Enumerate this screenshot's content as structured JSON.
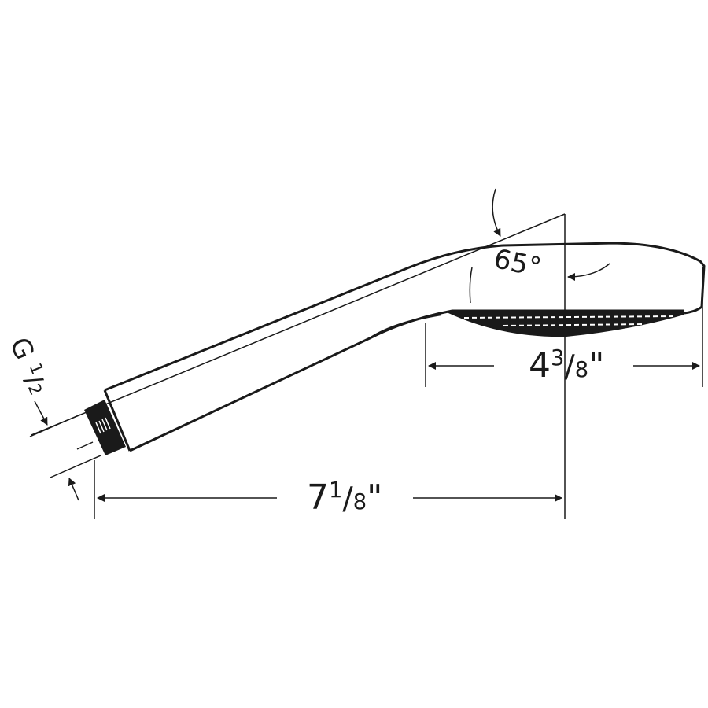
{
  "diagram": {
    "subject": "Hand shower technical drawing",
    "line_color": "#1a1a1a",
    "background": "#ffffff",
    "dimensions": {
      "overall_length": {
        "whole": "7",
        "num": "1",
        "den": "8",
        "unit": "\""
      },
      "head_width": {
        "whole": "4",
        "num": "3",
        "den": "8",
        "unit": "\""
      },
      "angle": {
        "value": "65",
        "unit": "°"
      },
      "thread": {
        "prefix": "G",
        "num": "1",
        "den": "2"
      }
    }
  }
}
